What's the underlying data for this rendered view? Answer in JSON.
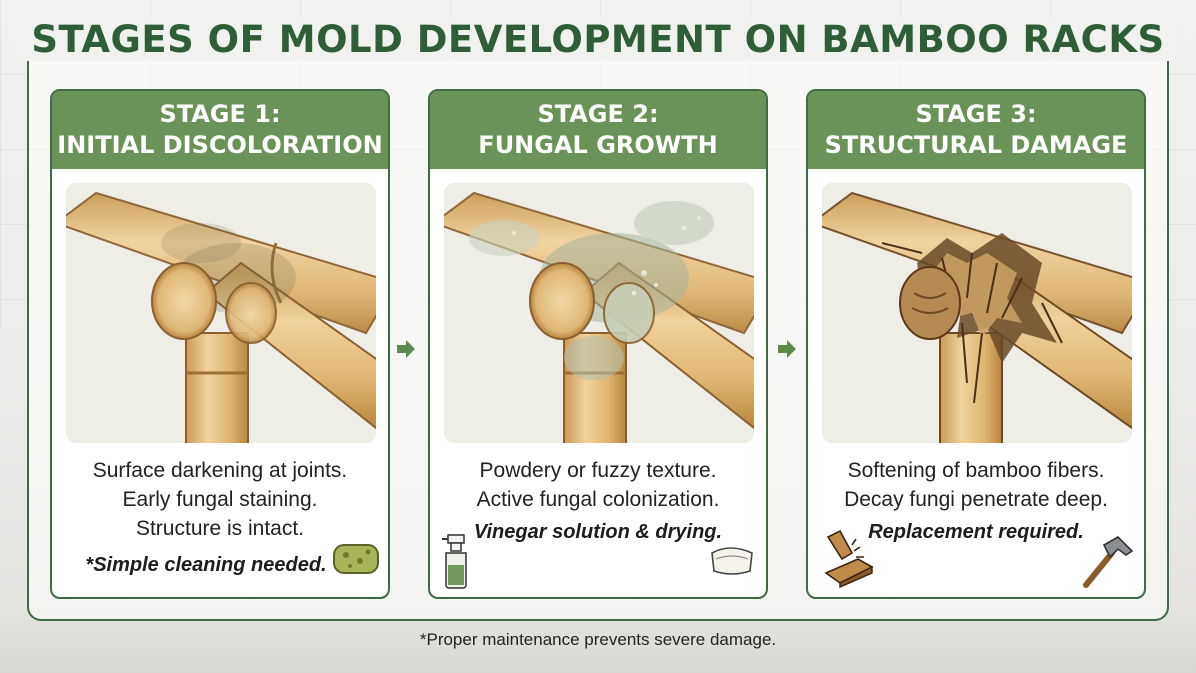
{
  "title": "STAGES OF MOLD DEVELOPMENT ON BAMBOO RACKS",
  "stages": [
    {
      "heading_line1": "STAGE 1:",
      "heading_line2": "INITIAL DISCOLORATION",
      "lines": [
        "Surface darkening at joints.",
        "Early fungal staining.",
        "Structure is intact."
      ],
      "note": "*Simple cleaning needed."
    },
    {
      "heading_line1": "STAGE 2:",
      "heading_line2": "FUNGAL GROWTH",
      "lines": [
        "Powdery or fuzzy texture.",
        "Active fungal colonization."
      ],
      "note": "Vinegar solution & drying."
    },
    {
      "heading_line1": "STAGE 3:",
      "heading_line2": "STRUCTURAL DAMAGE",
      "lines": [
        "Softening of bamboo fibers.",
        "Decay fungi penetrate deep."
      ],
      "note": "Replacement required."
    }
  ],
  "footer": "*Proper maintenance prevents severe damage.",
  "colors": {
    "accent": "#3e6b44",
    "header": "#6b9358",
    "bamboo": "#e2bc7e"
  },
  "icons": [
    "sponge-icon",
    "spray-bottle-icon",
    "cloth-icon",
    "broken-wood-icon",
    "hammer-icon",
    "arrow-right-icon"
  ]
}
